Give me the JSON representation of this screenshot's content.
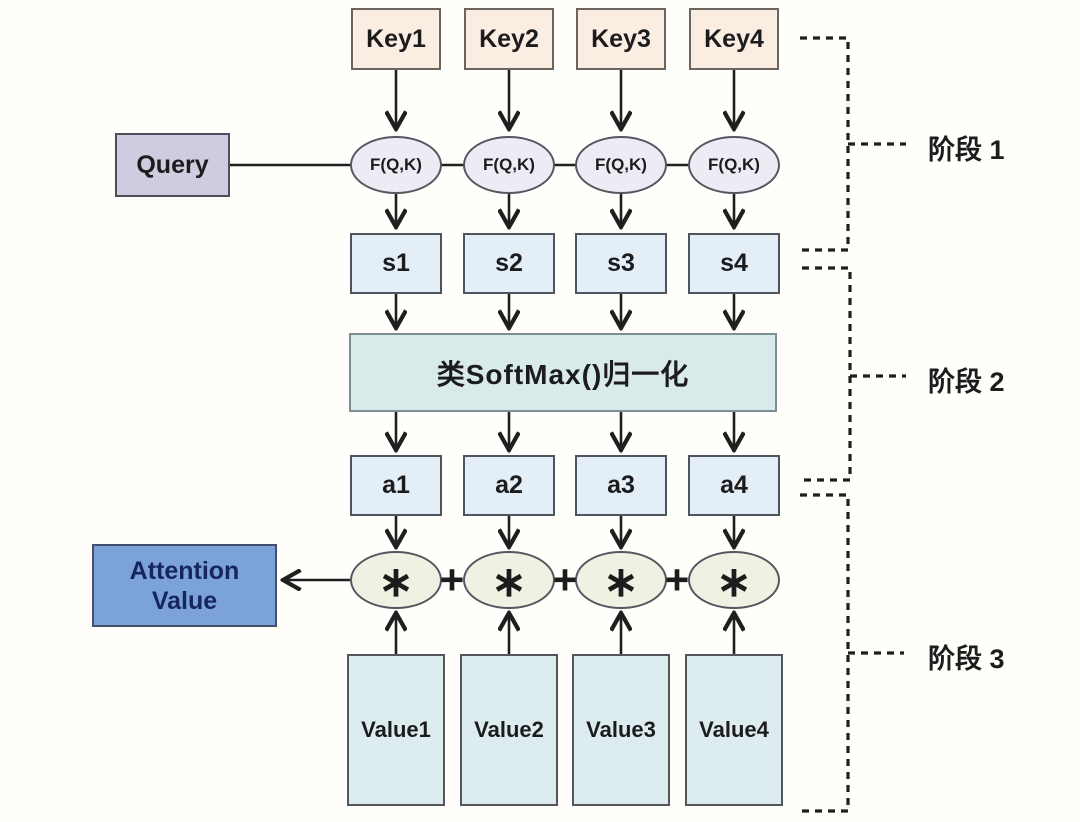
{
  "query": {
    "label": "Query"
  },
  "attention": {
    "line1": "Attention",
    "line2": "Value"
  },
  "softmax": {
    "label": "类SoftMax()归一化"
  },
  "plus_sign": "+",
  "columns": [
    {
      "key": "Key1",
      "fn": "F(Q,K)",
      "score": "s1",
      "weight": "a1",
      "op": "∗",
      "value": "Value1"
    },
    {
      "key": "Key2",
      "fn": "F(Q,K)",
      "score": "s2",
      "weight": "a2",
      "op": "∗",
      "value": "Value2"
    },
    {
      "key": "Key3",
      "fn": "F(Q,K)",
      "score": "s3",
      "weight": "a3",
      "op": "∗",
      "value": "Value3"
    },
    {
      "key": "Key4",
      "fn": "F(Q,K)",
      "score": "s4",
      "weight": "a4",
      "op": "∗",
      "value": "Value4"
    }
  ],
  "stages": [
    {
      "label": "阶段 1"
    },
    {
      "label": "阶段 2"
    },
    {
      "label": "阶段 3"
    }
  ],
  "colors": {
    "key_fill": "#faeee3",
    "query_fill": "#cfccdf",
    "fn_fill": "#edecf4",
    "score_fill": "#e4eef7",
    "softmax_fill": "#d9eaeb",
    "op_fill": "#eff2e3",
    "value_fill": "#dcecef",
    "attention_fill": "#7ba3d9",
    "attention_text": "#17265c",
    "line": "#1f1f1f"
  }
}
